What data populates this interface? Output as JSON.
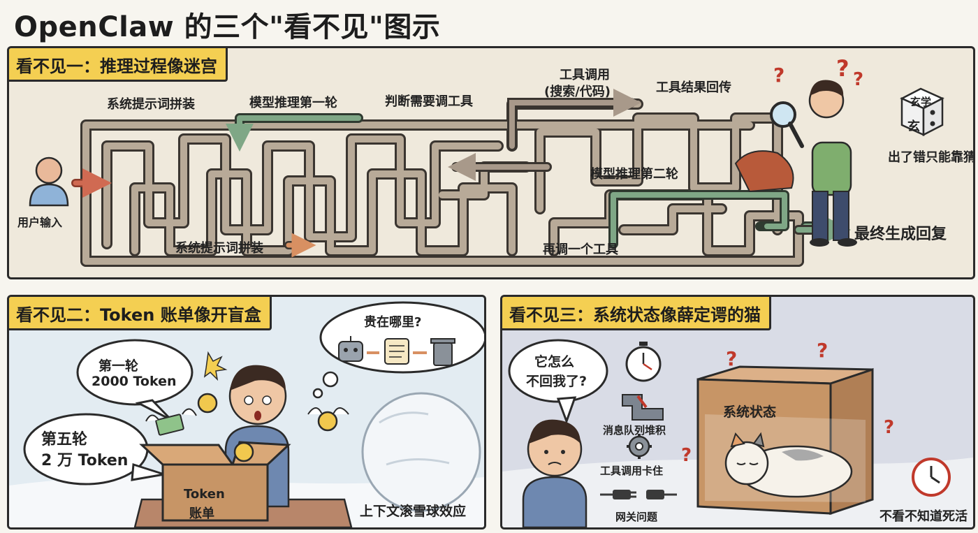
{
  "title": "OpenClaw 的三个\"看不见\"图示",
  "panel1": {
    "title": "看不见一：推理过程像迷宫",
    "user_input": "用户输入",
    "step_system_prompt": "系统提示词拼装",
    "step_model_round1": "模型推理第一轮",
    "step_judge_tools": "判断需要调工具",
    "step_tool_call_line1": "工具调用",
    "step_tool_call_line2": "(搜索/代码)",
    "step_tool_result": "工具结果回传",
    "step_model_round2": "模型推理第二轮",
    "step_system_prompt_bottom": "系统提示词拼装",
    "step_call_again": "再调一个工具",
    "final_reply": "最终生成回复",
    "dice_label": "玄学",
    "dice_glyph": "玄",
    "guess_caption": "出了错只能靠猜",
    "question_marks": [
      "?",
      "?",
      "?"
    ]
  },
  "panel2": {
    "title": "看不见二：Token 账单像开盲盒",
    "bubble_round1_line1": "第一轮",
    "bubble_round1_line2": "2000 Token",
    "bubble_round5_line1": "第五轮",
    "bubble_round5_line2": "2 万 Token",
    "thought_question": "贵在哪里?",
    "box_label_line1": "Token",
    "box_label_line2": "账单",
    "snowball_caption": "上下文滚雪球效应"
  },
  "panel3": {
    "title": "看不见三：系统状态像薛定谔的猫",
    "bubble_line1": "它怎么",
    "bubble_line2": "不回我了?",
    "queue_label": "消息队列堆积",
    "tool_stuck_label": "工具调用卡住",
    "gateway_label": "网关问题",
    "box_label": "系统状态",
    "caption": "不看不知道死活",
    "question_marks": [
      "?",
      "?",
      "?",
      "?"
    ]
  },
  "colors": {
    "banner": "#f4cf52",
    "maze_path": "#b8aa98",
    "arrow_green": "#7fa786",
    "arrow_red": "#d06a52",
    "arrow_orange": "#d89062"
  }
}
